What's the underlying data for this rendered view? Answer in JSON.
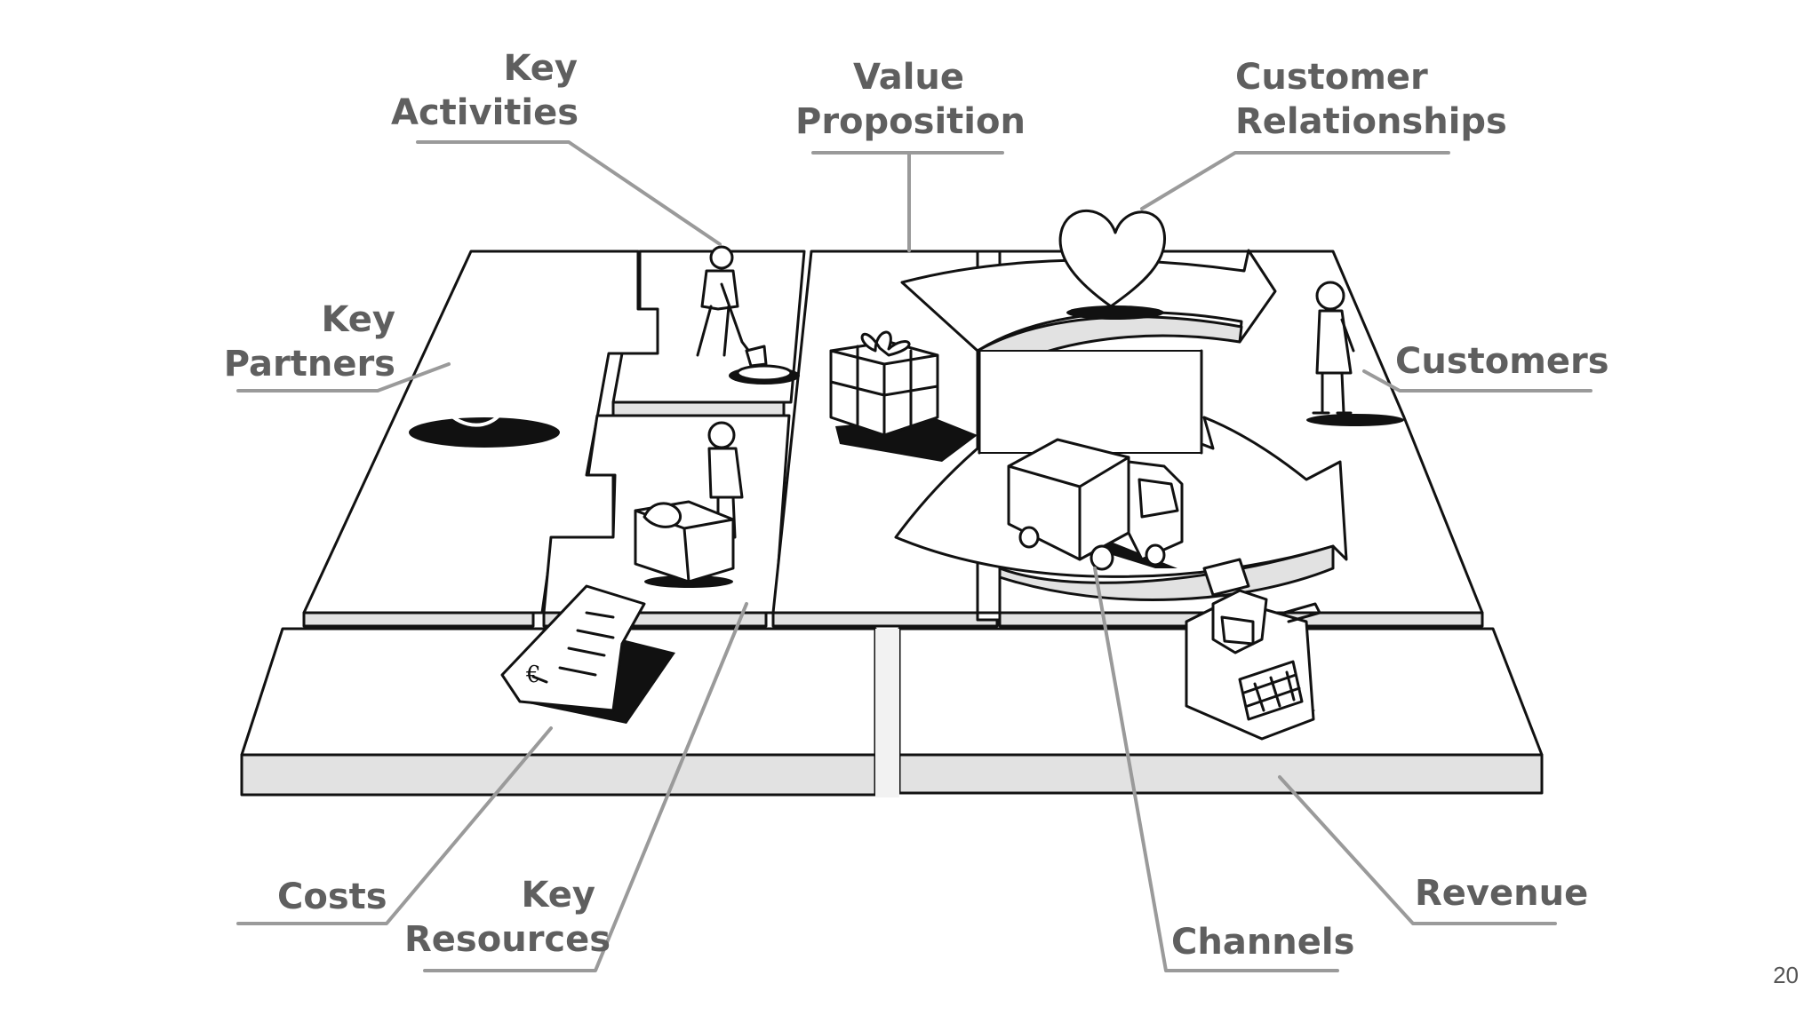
{
  "labels": {
    "key_activities": [
      "Key",
      "Activities"
    ],
    "value_proposition": [
      "Value",
      "Proposition"
    ],
    "customer_relationships": [
      "Customer",
      "Relationships"
    ],
    "key_partners": [
      "Key",
      "Partners"
    ],
    "customers": "Customers",
    "costs": "Costs",
    "key_resources": [
      "Key",
      "Resources"
    ],
    "channels": "Channels",
    "revenue": "Revenue"
  },
  "page_number": "20",
  "colors": {
    "label_text": "#5f5f5f",
    "leader_line": "#9a9a9a",
    "board_side": "#e2e2e2",
    "ink": "#111111"
  },
  "icons": [
    "rings-icon",
    "digging-person-icon",
    "gift-icon",
    "heart-icon",
    "standing-person-icon",
    "person-with-machine-icon",
    "truck-icon",
    "invoice-icon",
    "cash-register-icon"
  ]
}
